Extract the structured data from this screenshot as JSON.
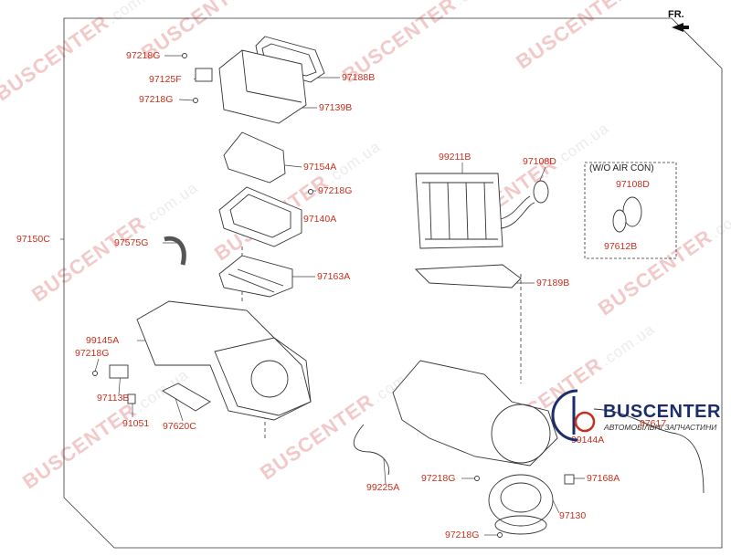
{
  "diagram": {
    "direction_marker": "FR.",
    "variant_box_title": "(W/O AIR CON)",
    "part_labels": {
      "p97218g_top": "97218G",
      "p97125f": "97125F",
      "p97218g_mid": "97218G",
      "p97188b": "97188B",
      "p97139b": "97139B",
      "p97154a": "97154A",
      "p97218g_r": "97218G",
      "p97140a": "97140A",
      "p97150c": "97150C",
      "p97575g": "97575G",
      "p97163a": "97163A",
      "p99211b": "99211B",
      "p97108d": "97108D",
      "p97108d_box": "97108D",
      "p97612b": "97612B",
      "p97189b": "97189B",
      "p99145a": "99145A",
      "p97218g_left": "97218G",
      "p97113b": "97113B",
      "p91051": "91051",
      "p97620c": "97620C",
      "p97617": "97617",
      "p99144a": "99144A",
      "p99225a": "99225A",
      "p97218g_bot1": "97218G",
      "p97168a": "97168A",
      "p97130": "97130",
      "p97218g_bot2": "97218G"
    }
  },
  "watermark": {
    "brand": "BUSCENTER",
    "domain": ".com.ua"
  },
  "logo": {
    "name": "BUSCENTER",
    "tagline": "АВТОМОБІЛЬНІ ЗАПЧАСТИНИ",
    "brand_color": "#1d2d6b"
  },
  "colors": {
    "label": "#c8301e",
    "line": "#333333"
  }
}
